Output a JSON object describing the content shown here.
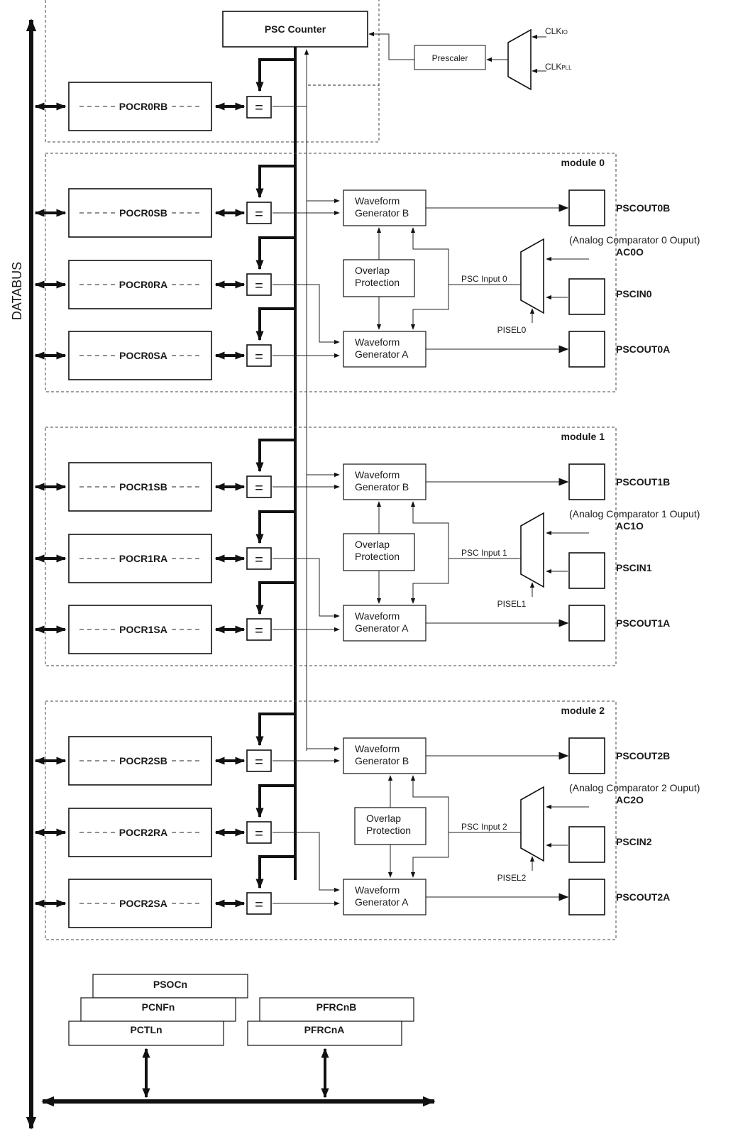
{
  "databus_label": "DATABUS",
  "counter": {
    "label": "PSC Counter"
  },
  "prescaler": {
    "label": "Prescaler"
  },
  "clock": {
    "io": "CLK",
    "io_sub": "IO",
    "pll": "CLK",
    "pll_sub": "PLL"
  },
  "top_register": {
    "label": "POCR0RB"
  },
  "equal_symbol": "=",
  "modules": [
    {
      "title": "module 0",
      "registers": [
        "POCR0SB",
        "POCR0RA",
        "POCR0SA"
      ],
      "waveform_b": [
        "Waveform",
        "Generator B"
      ],
      "waveform_a": [
        "Waveform",
        "Generator A"
      ],
      "overlap": [
        "Overlap",
        "Protection"
      ],
      "psc_input": "PSC Input 0",
      "pisel": "PISEL0",
      "analog_note": "(Analog Comparator 0 Ouput)",
      "ac": "AC0O",
      "pscin": "PSCIN0",
      "out_b": "PSCOUT0B",
      "out_a": "PSCOUT0A"
    },
    {
      "title": "module 1",
      "registers": [
        "POCR1SB",
        "POCR1RA",
        "POCR1SA"
      ],
      "waveform_b": [
        "Waveform",
        "Generator B"
      ],
      "waveform_a": [
        "Waveform",
        "Generator A"
      ],
      "overlap": [
        "Overlap",
        "Protection"
      ],
      "psc_input": "PSC Input 1",
      "pisel": "PISEL1",
      "analog_note": "(Analog Comparator 1 Ouput)",
      "ac": "AC1O",
      "pscin": "PSCIN1",
      "out_b": "PSCOUT1B",
      "out_a": "PSCOUT1A"
    },
    {
      "title": "module 2",
      "registers": [
        "POCR2SB",
        "POCR2RA",
        "POCR2SA"
      ],
      "waveform_b": [
        "Waveform",
        "Generator B"
      ],
      "waveform_a": [
        "Waveform",
        "Generator A"
      ],
      "overlap": [
        "Overlap",
        "Protection"
      ],
      "psc_input": "PSC Input 2",
      "pisel": "PISEL2",
      "analog_note": "(Analog Comparator 2 Ouput)",
      "ac": "AC2O",
      "pscin": "PSCIN2",
      "out_b": "PSCOUT2B",
      "out_a": "PSCOUT2A"
    }
  ],
  "bottom_registers": {
    "psoc": "PSOCn",
    "pcnf": "PCNFn",
    "pctl": "PCTLn",
    "pfrcb": "PFRCnB",
    "pfrca": "PFRCnA"
  }
}
